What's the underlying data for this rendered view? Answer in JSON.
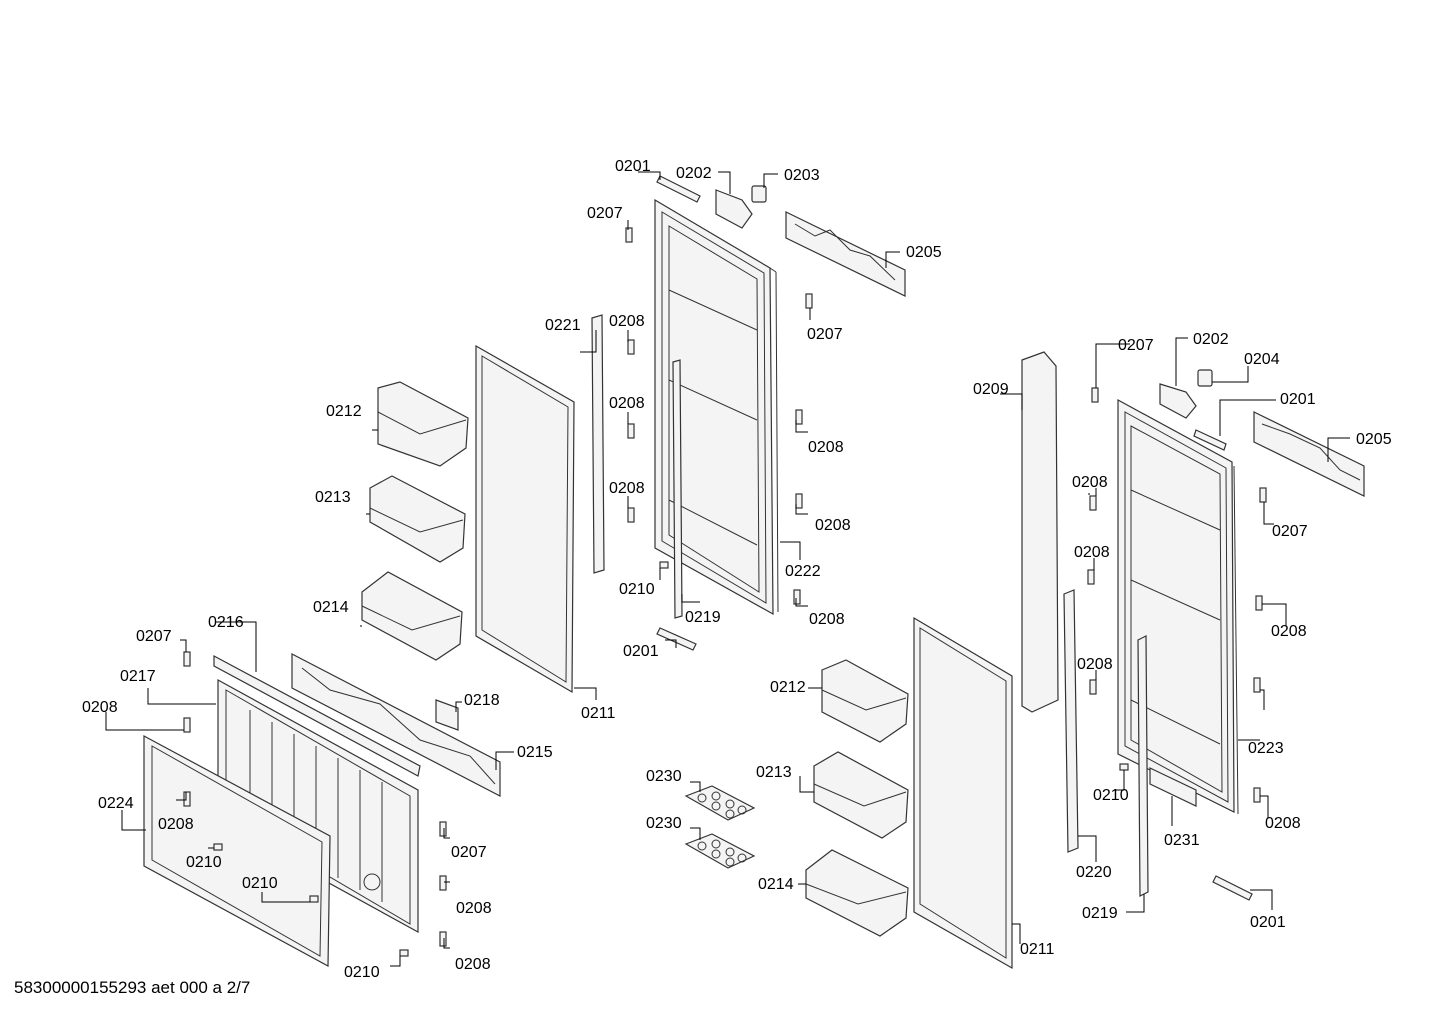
{
  "footer": {
    "doc_id": "58300000155293 aet 000 a 2/7"
  },
  "labels": {
    "l01": "0201",
    "l02": "0202",
    "l03": "0203",
    "l04": "0207",
    "l05": "0205",
    "l06": "0221",
    "l07": "0208",
    "l08": "0207",
    "l09": "0208",
    "l10": "0208",
    "l11": "0212",
    "l12": "0213",
    "l13": "0208",
    "l14": "0208",
    "l15": "0222",
    "l16": "0214",
    "l17": "0210",
    "l18": "0219",
    "l19": "0208",
    "l20": "0201",
    "l21": "0211",
    "l22": "0207",
    "l23": "0216",
    "l24": "0217",
    "l25": "0208",
    "l26": "0218",
    "l27": "0215",
    "l28": "0224",
    "l29": "0208",
    "l30": "0210",
    "l31": "0207",
    "l32": "0210",
    "l33": "0208",
    "l34": "0210",
    "l35": "0208",
    "l36": "0207",
    "l37": "0202",
    "l38": "0204",
    "l39": "0209",
    "l40": "0201",
    "l41": "0205",
    "l42": "0208",
    "l43": "0207",
    "l44": "0208",
    "l45": "0208",
    "l46": "0212",
    "l47": "0208",
    "l48": "0213",
    "l49": "0223",
    "l50": "0230",
    "l51": "0230",
    "l52": "0210",
    "l53": "0231",
    "l54": "0208",
    "l55": "0220",
    "l56": "0214",
    "l57": "0219",
    "l58": "0201",
    "l59": "0211"
  }
}
